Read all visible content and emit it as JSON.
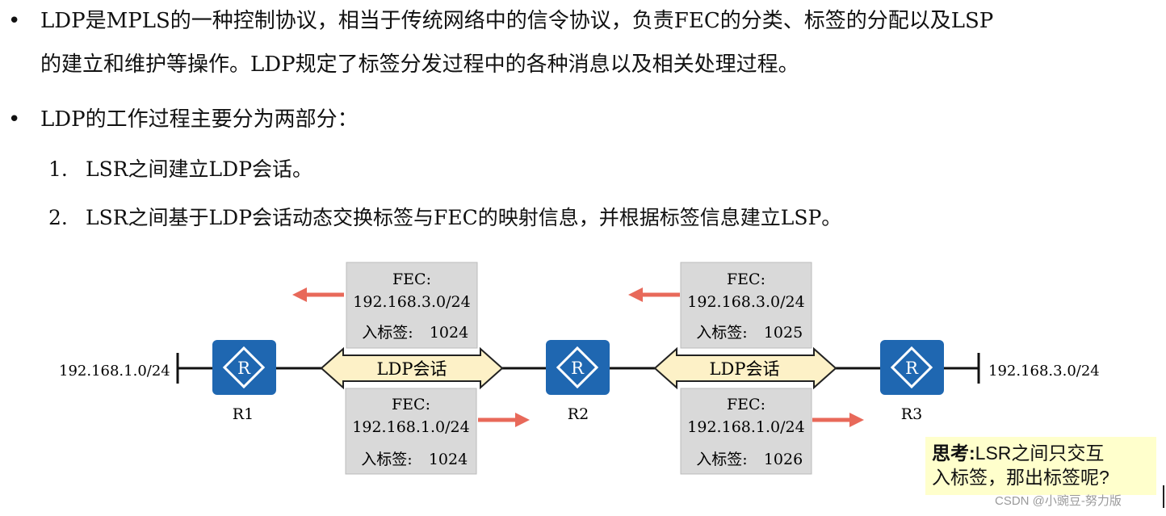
{
  "bullets": {
    "b1_line1": "LDP是MPLS的一种控制协议，相当于传统网络中的信令协议，负责FEC的分类、标签的分配以及LSP",
    "b1_line2": "的建立和维护等操作。LDP规定了标签分发过程中的各种消息以及相关处理过程。",
    "b2": "LDP的工作过程主要分为两部分：",
    "sub1_num": "1.",
    "sub1": "LSR之间建立LDP会话。",
    "sub2_num": "2.",
    "sub2": "LSR之间基于LDP会话动态交换标签与FEC的映射信息，并根据标签信息建立LSP。"
  },
  "diagram": {
    "left_net": "192.168.1.0/24",
    "right_net": "192.168.3.0/24",
    "routers": [
      "R1",
      "R2",
      "R3"
    ],
    "session_label": "LDP会话",
    "fec_label": "FEC:",
    "label_prefix": "入标签:",
    "boxes": [
      {
        "prefix": "192.168.3.0/24",
        "label": "1024"
      },
      {
        "prefix": "192.168.1.0/24",
        "label": "1024"
      },
      {
        "prefix": "192.168.3.0/24",
        "label": "1025"
      },
      {
        "prefix": "192.168.1.0/24",
        "label": "1026"
      }
    ],
    "colors": {
      "router": "#1f67b1",
      "arrow": "#e8695a",
      "session_fill": "#fdf1c7",
      "box_fill": "#d9d9d9"
    }
  },
  "think": {
    "title": "思考:",
    "line1": "LSR之间只交互",
    "line2": "入标签，那出标签呢?"
  },
  "watermark": "CSDN @小豌豆-努力版"
}
